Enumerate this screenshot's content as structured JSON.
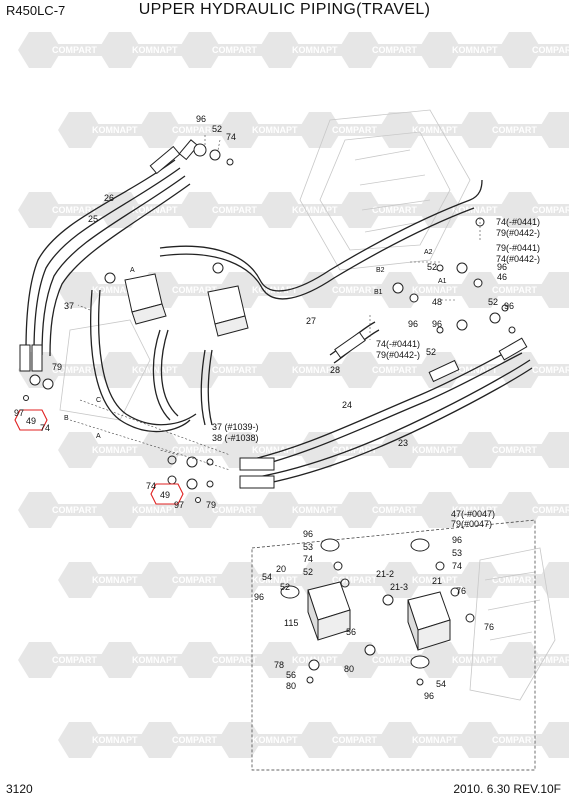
{
  "header": {
    "model": "R450LC-7",
    "title": "UPPER HYDRAULIC PIPING(TRAVEL)"
  },
  "footer": {
    "page": "3120",
    "revision": "2010. 6.30  REV.10F"
  },
  "watermark": {
    "a": "KOMNAPT",
    "b": "COMPART"
  },
  "colors": {
    "line": "#222222",
    "ghost": "#c8c8c8",
    "watermark": "#e6e6e6",
    "callout": "#e02020"
  },
  "labels": {
    "l96a": "96",
    "l52a": "52",
    "l74a": "74",
    "l26": "26",
    "l25": "25",
    "lA": "A",
    "l37": "37",
    "l79a": "79",
    "l97a": "97",
    "l49a": "49",
    "l74b": "74",
    "lB": "B",
    "lC": "C",
    "lAcirc": "A",
    "l27": "27",
    "l28": "28",
    "l24": "24",
    "l23": "23",
    "l3738": "37 (#1039-)",
    "l38": "38 (-#1038)",
    "l74c": "74",
    "l49b": "49",
    "l97b": "97",
    "l79b": "79",
    "r74a": "74(-#0441)",
    "r79a": "79(#0442-)",
    "r79b": "79(-#0441)",
    "r74b": "74(#0442-)",
    "r52": "52",
    "r96a": "96",
    "r46": "46",
    "r48": "48",
    "r52b": "52",
    "r96b": "96",
    "r74c": "74(-#0441)",
    "r79c": "79(#0442-)",
    "r96c": "96",
    "r52c": "52",
    "r96d": "96",
    "a2": "A2",
    "a1": "A1",
    "b2": "B2",
    "b1": "B1",
    "i96": "96",
    "i53": "53",
    "i74": "74",
    "i52": "52",
    "i47": "47(-#0047)",
    "i79": "79(#0047)",
    "i96b": "96",
    "i53b": "53",
    "i74b": "74",
    "i54": "54",
    "i96c": "96",
    "i20": "20",
    "i52b": "52",
    "i21": "21",
    "i212": "21-2",
    "i213": "21-3",
    "i76": "76",
    "i115": "115",
    "i56": "56",
    "i76b": "76",
    "i78": "78",
    "i56b": "56",
    "i80": "80",
    "i80b": "80",
    "i54b": "54",
    "i96d": "96"
  }
}
